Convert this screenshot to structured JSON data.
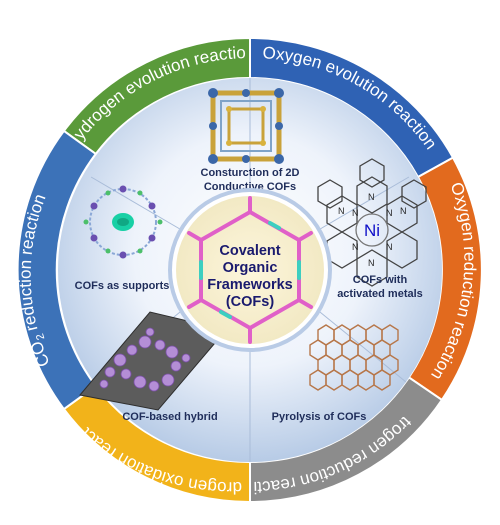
{
  "ring": {
    "hydrogen_evolution": "Hydrogen evolution reaction",
    "oxygen_evolution": "Oxygen evolution reaction",
    "oxygen_reduction": "Oxygen reduction reaction",
    "nitrogen_reduction": "Nitrogen reduction reaction",
    "hydrogen_oxidation": "Hydrogen oxidation reaction",
    "co2_prefix": "CO",
    "co2_sub": "2",
    "co2_suffix": " reduction reaction"
  },
  "sectors": {
    "construction_line1": "Consturction of 2D",
    "construction_line2": "Conductive COFs",
    "activated_line1": "COFs with",
    "activated_line2": "activated metals",
    "pyrolysis": "Pyrolysis of COFs",
    "hybrid": "COF-based hybrid",
    "supports": "COFs as supports"
  },
  "center": {
    "line1": "Covalent",
    "line2": "Organic",
    "line3": "Frameworks",
    "line4": "(COFs)"
  },
  "ni_label": "Ni",
  "colors": {
    "green": "#5a9a3a",
    "blue": "#2f62b4",
    "orange": "#e26a1e",
    "gray": "#8c8c8c",
    "yellow": "#f2b31a",
    "lightblue": "#3c72b8"
  }
}
